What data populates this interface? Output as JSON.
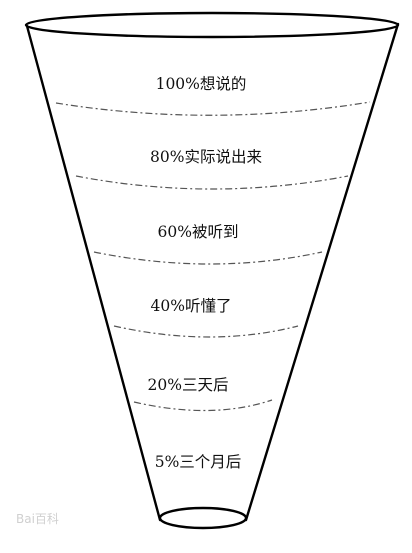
{
  "levels": [
    {
      "label": "100%想说的"
    },
    {
      "label": "80%实际说出来"
    },
    {
      "label": "60%被听到"
    },
    {
      "label": "40%听懂了"
    },
    {
      "label": "20%三天后"
    },
    {
      "label": "5%三个月后"
    }
  ],
  "watermark": {
    "text": "Bai百科"
  },
  "colors": {
    "stroke": "#000000",
    "divider": "#555555",
    "text": "#111111"
  }
}
